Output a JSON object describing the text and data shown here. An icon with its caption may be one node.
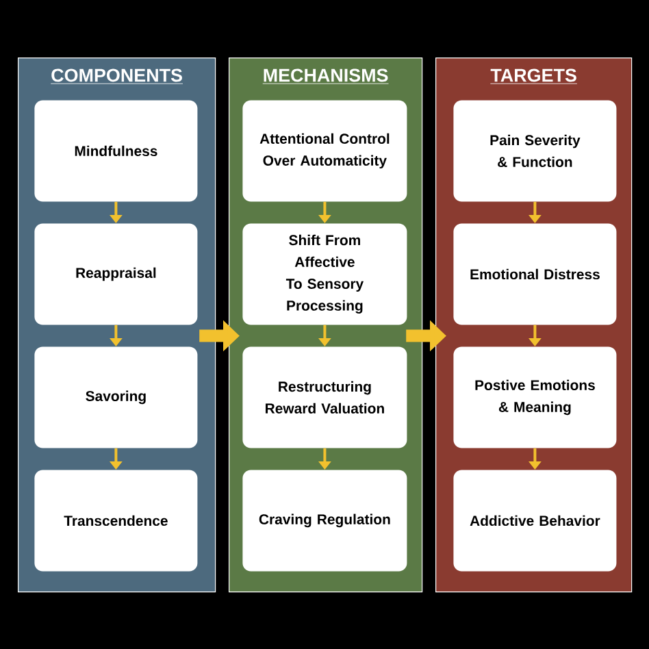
{
  "diagram": {
    "nodes": [
      {
        "text": [
          "COMPONENTS"
        ]
      },
      {
        "text": [
          "Mindfulness"
        ],
        "in": 0
      },
      {
        "text": [
          "Reappraisal"
        ],
        "in": 0
      },
      {
        "text": [
          "Savoring"
        ],
        "in": 0
      },
      {
        "text": [
          "Transcendence"
        ],
        "in": 0
      },
      {
        "text": [
          "MECHANISMS"
        ]
      },
      {
        "text": [
          "Attentional Control Over Automaticity"
        ],
        "in": 5
      },
      {
        "text": [
          "Shift From Affective To Sensory Processing"
        ],
        "in": 5
      },
      {
        "text": [
          "Restructuring Reward Valuation"
        ],
        "in": 5
      },
      {
        "text": [
          "Craving Regulation"
        ],
        "in": 5
      },
      {
        "text": [
          "TARGETS"
        ]
      },
      {
        "text": [
          "Pain Severity & Function"
        ],
        "in": 10
      },
      {
        "text": [
          "Emotional Distress"
        ],
        "in": 10
      },
      {
        "text": [
          "Postive Emotions & Meaning"
        ],
        "in": 10
      },
      {
        "text": [
          "Addictive Behavior"
        ],
        "in": 10
      }
    ],
    "edges": [
      {
        "from": 1,
        "to": 2,
        "arrow": "to"
      },
      {
        "from": 2,
        "to": 3,
        "arrow": "to"
      },
      {
        "from": 3,
        "to": 4,
        "arrow": "to"
      },
      {
        "from": 6,
        "to": 7,
        "arrow": "to"
      },
      {
        "from": 7,
        "to": 8,
        "arrow": "to"
      },
      {
        "from": 8,
        "to": 9,
        "arrow": "to"
      },
      {
        "from": 11,
        "to": 12,
        "arrow": "to"
      },
      {
        "from": 12,
        "to": 13,
        "arrow": "to"
      },
      {
        "from": 13,
        "to": 14,
        "arrow": "to"
      },
      {
        "from": 0,
        "to": 5,
        "arrow": "to",
        "style": "thick"
      },
      {
        "from": 5,
        "to": 10,
        "arrow": "to",
        "style": "thick"
      }
    ]
  }
}
